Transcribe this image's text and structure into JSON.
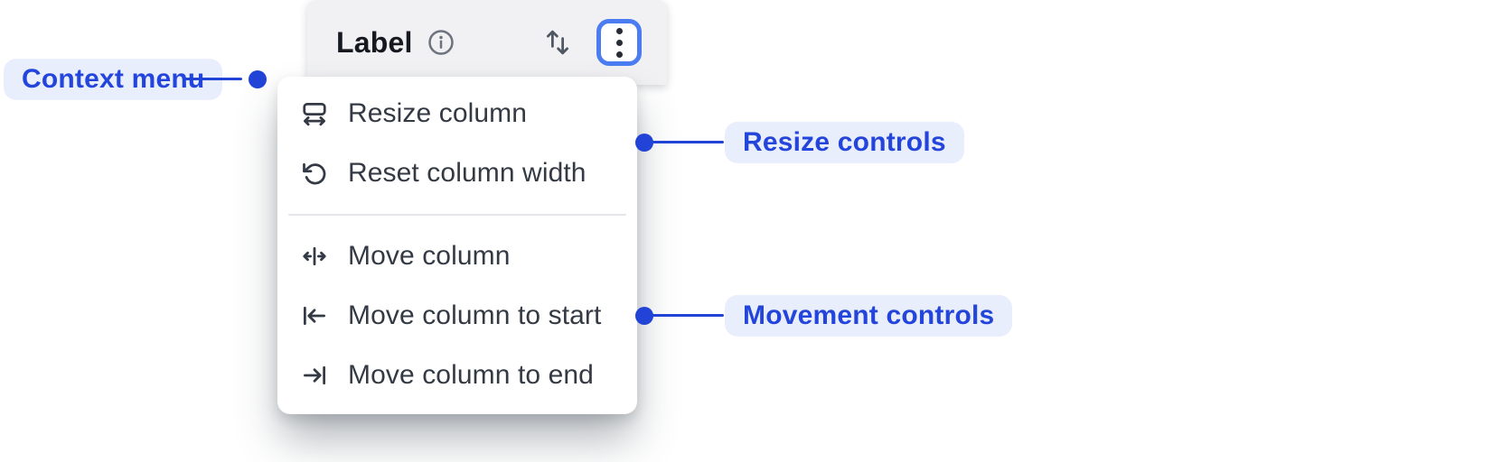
{
  "header": {
    "label": "Label",
    "info_icon": "info-icon",
    "sort_icon": "sort-arrows-icon",
    "menu_button_icon": "kebab-menu-icon"
  },
  "menu": {
    "items": [
      {
        "label": "Resize column",
        "icon": "resize-column-icon"
      },
      {
        "label": "Reset column width",
        "icon": "reset-column-width-icon"
      },
      {
        "label": "Move column",
        "icon": "move-column-icon"
      },
      {
        "label": "Move column to start",
        "icon": "move-column-start-icon"
      },
      {
        "label": "Move column to end",
        "icon": "move-column-end-icon"
      }
    ]
  },
  "annotations": {
    "context_menu": {
      "label": "Context menu"
    },
    "resize_controls": {
      "label": "Resize controls"
    },
    "movement_controls": {
      "label": "Movement controls"
    }
  },
  "colors": {
    "accent_blue": "#2143D6",
    "annotation_text": "#2445DB",
    "annotation_bg": "#E9EEFC",
    "focus_ring": "#4C7CF2",
    "header_bg": "#F1F1F3",
    "menu_bg": "#FFFFFF",
    "header_text": "#16191F",
    "menu_text": "#333A44",
    "icon_dark": "#343A45",
    "icon_gray": "#6C727E",
    "divider": "#E5E6EA"
  }
}
